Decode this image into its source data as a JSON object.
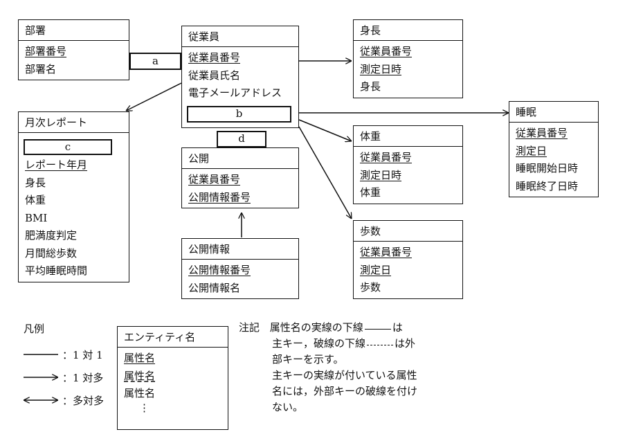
{
  "entities": {
    "busho": {
      "title": "部署",
      "attrs": [
        {
          "name": "部署番号",
          "pk": true
        },
        {
          "name": "部署名",
          "pk": false
        }
      ]
    },
    "jugyoin": {
      "title": "従業員",
      "attrs": [
        {
          "name": "従業員番号",
          "pk": true
        },
        {
          "name": "従業員氏名",
          "pk": false
        },
        {
          "name": "電子メールアドレス",
          "pk": false
        }
      ]
    },
    "shincho": {
      "title": "身長",
      "attrs": [
        {
          "name": "従業員番号",
          "pk": true
        },
        {
          "name": "測定日時",
          "pk": true
        },
        {
          "name": "身長",
          "pk": false
        }
      ]
    },
    "getsuji": {
      "title": "月次レポート",
      "attrs": [
        {
          "name": "レポート年月",
          "pk": true
        },
        {
          "name": "身長",
          "pk": false
        },
        {
          "name": "体重",
          "pk": false
        },
        {
          "name": "BMI",
          "pk": false
        },
        {
          "name": "肥満度判定",
          "pk": false
        },
        {
          "name": "月間総歩数",
          "pk": false
        },
        {
          "name": "平均睡眠時間",
          "pk": false
        }
      ]
    },
    "suimin": {
      "title": "睡眠",
      "attrs": [
        {
          "name": "従業員番号",
          "pk": true
        },
        {
          "name": "測定日",
          "pk": true
        },
        {
          "name": "睡眠開始日時",
          "pk": false
        },
        {
          "name": "睡眠終了日時",
          "pk": false
        }
      ]
    },
    "taiju": {
      "title": "体重",
      "attrs": [
        {
          "name": "従業員番号",
          "pk": true
        },
        {
          "name": "測定日時",
          "pk": true
        },
        {
          "name": "体重",
          "pk": false
        }
      ]
    },
    "kokai": {
      "title": "公開",
      "attrs": [
        {
          "name": "従業員番号",
          "pk": true
        },
        {
          "name": "公開情報番号",
          "pk": true
        }
      ]
    },
    "hosu": {
      "title": "歩数",
      "attrs": [
        {
          "name": "従業員番号",
          "pk": true
        },
        {
          "name": "測定日",
          "pk": true
        },
        {
          "name": "歩数",
          "pk": false
        }
      ]
    },
    "kokaijoho": {
      "title": "公開情報",
      "attrs": [
        {
          "name": "公開情報番号",
          "pk": true
        },
        {
          "name": "公開情報名",
          "pk": false
        }
      ]
    }
  },
  "blanks": {
    "a": "a",
    "b": "b",
    "c": "c",
    "d": "d"
  },
  "legend": {
    "title": "凡例",
    "one_to_one": "：1 対 1",
    "one_to_many": "：1 対多",
    "many_to_many": "：多対多",
    "sample_entity": {
      "title": "エンティティ名",
      "attrs": [
        "属性名",
        "属性名",
        "属性名"
      ],
      "ellipsis": "⋮"
    }
  },
  "note": {
    "label": "注記",
    "line1_a": "属性名の実線の下線",
    "line1_b": "は",
    "line2_a": "主キー，破線の下線",
    "line2_b": "は外",
    "line3": "部キーを示す。",
    "line4": "主キーの実線が付いている属性",
    "line5": "名には，外部キーの破線を付け",
    "line6": "ない。"
  }
}
